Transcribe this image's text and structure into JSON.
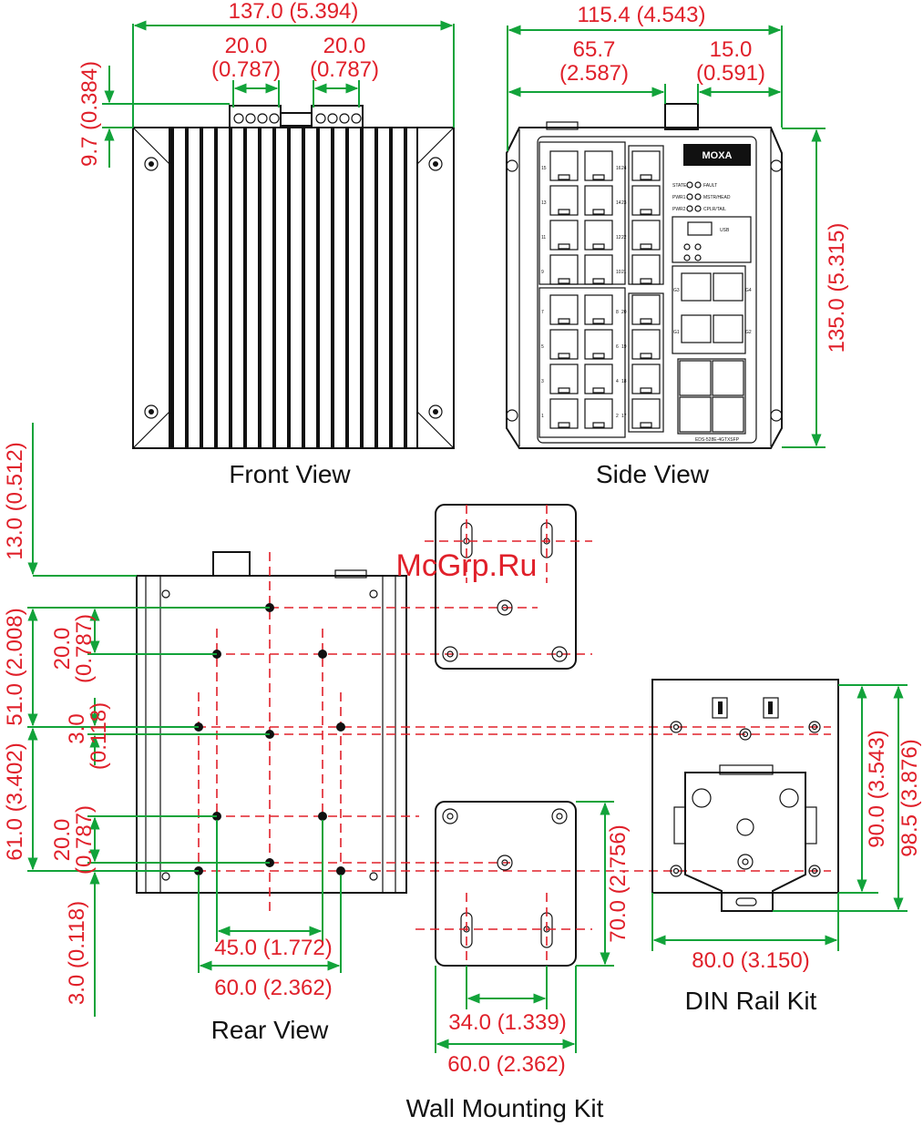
{
  "front_view": {
    "caption": "Front View",
    "dim_width": "137.0 (5.394)",
    "dim_terminal_1": [
      "20.0",
      "(0.787)"
    ],
    "dim_terminal_2": [
      "20.0",
      "(0.787)"
    ],
    "dim_offset": "9.7 (0.384)"
  },
  "side_view": {
    "caption": "Side View",
    "dim_depth": "115.4 (4.543)",
    "dim_a": [
      "65.7",
      "(2.587)"
    ],
    "dim_b": [
      "15.0",
      "(0.591)"
    ],
    "dim_height": "135.0 (5.315)",
    "logo": "MOXA",
    "model": "EDS-528E-4GTXSFP",
    "leds": [
      "STATE",
      "FAULT",
      "PWR1",
      "MSTR/HEAD",
      "PWR2",
      "CPLR/TAIL"
    ],
    "port_numbers_left": [
      "15",
      "16",
      "13",
      "14",
      "11",
      "12",
      "9",
      "10",
      "7",
      "8",
      "5",
      "6",
      "3",
      "4",
      "1",
      "2"
    ],
    "port_numbers_right": [
      "24",
      "23",
      "22",
      "21",
      "20",
      "19",
      "18",
      "17"
    ],
    "usb": "USB",
    "gig_labels": [
      "G3",
      "G4",
      "G1",
      "G2"
    ]
  },
  "rear_view": {
    "caption": "Rear View",
    "dim_top": "13.0 (0.512)",
    "dim_51": "51.0 (2.008)",
    "dim_20a": [
      "20.0",
      "(0.787)"
    ],
    "dim_3a": [
      "3.0",
      "(0.118)"
    ],
    "dim_61": "61.0 (3.402)",
    "dim_20b": [
      "20.0",
      "(0.787)"
    ],
    "dim_3b": "3.0 (0.118)",
    "dim_45": "45.0 (1.772)",
    "dim_60": "60.0 (2.362)"
  },
  "wall_kit": {
    "caption": "Wall Mounting Kit",
    "dim_70": "70.0 (2.756)",
    "dim_34": "34.0 (1.339)",
    "dim_60": "60.0 (2.362)"
  },
  "din_kit": {
    "caption": "DIN Rail Kit",
    "dim_80": "80.0 (3.150)",
    "dim_90": "90.0 (3.543)",
    "dim_985": "98.5 (3.876)"
  },
  "watermark": "McGrp.Ru",
  "colors": {
    "dimension_text": "#e0202a",
    "dimension_line": "#12a33a",
    "outline": "#111111",
    "centerline": "#e0202a"
  }
}
